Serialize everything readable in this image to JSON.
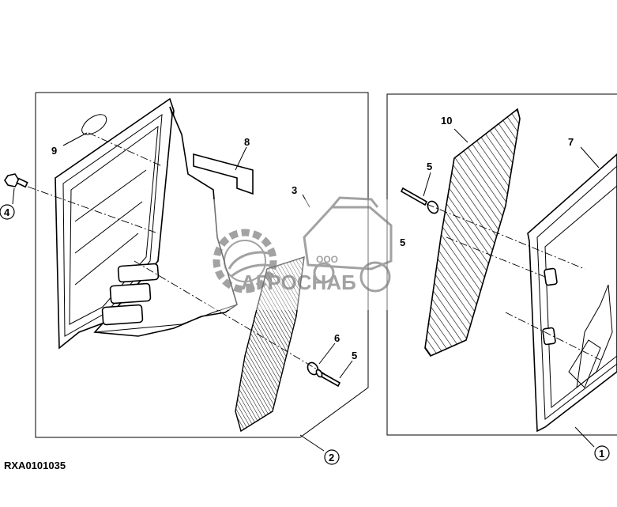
{
  "diagram": {
    "reference_code": "RXA0101035",
    "callouts": [
      {
        "id": "c9",
        "label": "9"
      },
      {
        "id": "c8",
        "label": "8"
      },
      {
        "id": "c4",
        "label": "4"
      },
      {
        "id": "c3",
        "label": "3"
      },
      {
        "id": "c6",
        "label": "6"
      },
      {
        "id": "c5a",
        "label": "5"
      },
      {
        "id": "c2",
        "label": "2"
      },
      {
        "id": "c10",
        "label": "10"
      },
      {
        "id": "c7",
        "label": "7"
      },
      {
        "id": "c5b",
        "label": "5"
      },
      {
        "id": "c5c",
        "label": "5"
      },
      {
        "id": "c1",
        "label": "1"
      }
    ]
  },
  "watermark": {
    "brand": "АГРОСНАБ",
    "prefix": "ООО"
  },
  "colors": {
    "line": "#000000",
    "watermark": "#8c8c8c",
    "background": "#ffffff"
  }
}
